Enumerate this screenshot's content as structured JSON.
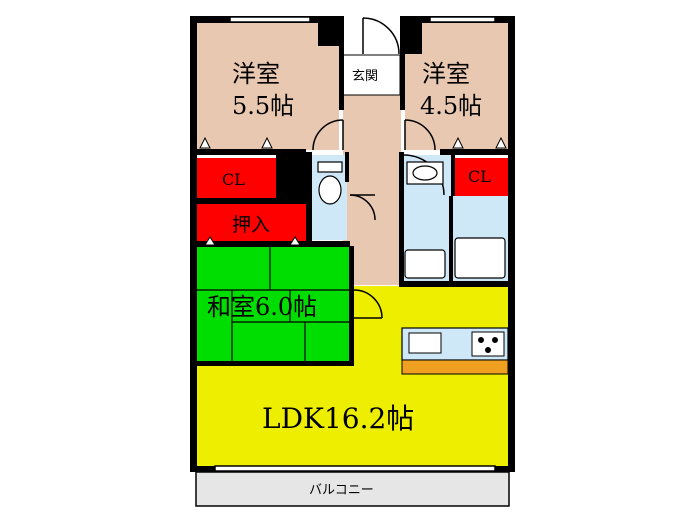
{
  "rooms": {
    "western_left": {
      "name": "洋室",
      "size": "5.5帖"
    },
    "western_right": {
      "name": "洋室",
      "size": "4.5帖"
    },
    "closet_left": "CL",
    "closet_right": "CL",
    "oshiire": "押入",
    "japanese": "和室6.0帖",
    "ldk": "LDK16.2帖",
    "entrance": "玄関",
    "balcony": "バルコニー"
  },
  "colors": {
    "western": "#e8c8b0",
    "closet": "#ff0000",
    "japanese": "#00dd00",
    "ldk": "#eeee00",
    "corridor": "#e8c8b0",
    "wet": "#cfe8f8",
    "wall": "#000000",
    "balcony": "#e6e6e6",
    "kitchen_counter": "#f0a020"
  }
}
